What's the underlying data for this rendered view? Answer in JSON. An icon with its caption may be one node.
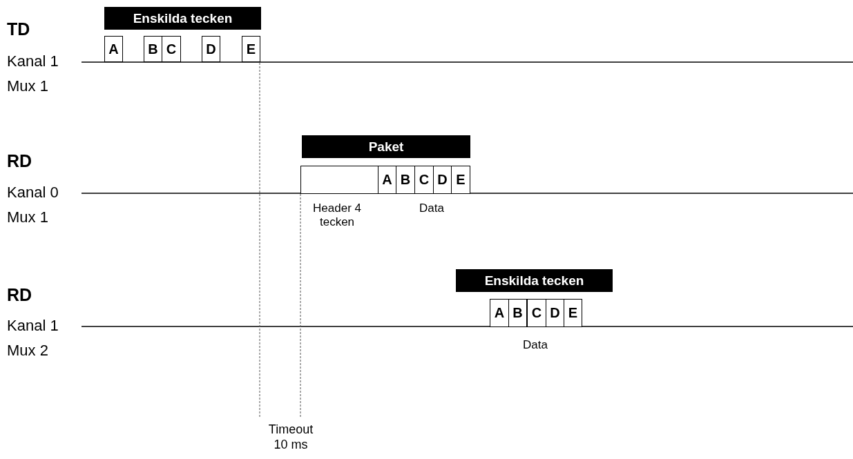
{
  "diagram": {
    "nodes": [
      {
        "text": [
          "Enskilda tecken"
        ]
      },
      {
        "text": [
          "A"
        ]
      },
      {
        "text": [
          "B"
        ]
      },
      {
        "text": [
          "C"
        ]
      },
      {
        "text": [
          "D"
        ]
      },
      {
        "text": [
          "E"
        ]
      },
      {
        "text": [
          "Paket"
        ]
      },
      {
        "text": [],
        "shape": "box",
        "beside": [
          "Header 4 tecken"
        ]
      },
      {
        "text": [
          "A"
        ]
      },
      {
        "text": [
          "B"
        ]
      },
      {
        "text": [
          "C"
        ]
      },
      {
        "text": [
          "D"
        ]
      },
      {
        "text": [
          "E"
        ]
      },
      {
        "text": [
          "Enskilda tecken"
        ]
      },
      {
        "text": [
          "A"
        ]
      },
      {
        "text": [
          "B"
        ]
      },
      {
        "text": [
          "C"
        ]
      },
      {
        "text": [
          "D"
        ]
      },
      {
        "text": [
          "E"
        ]
      }
    ],
    "edges": [],
    "labels": [
      "TD",
      "Kanal 1",
      "Mux 1",
      "RD",
      "Kanal 0",
      "Mux 1",
      "Data",
      "RD",
      "Kanal 1",
      "Mux 2",
      "Data",
      "Timeout 10 ms"
    ]
  }
}
